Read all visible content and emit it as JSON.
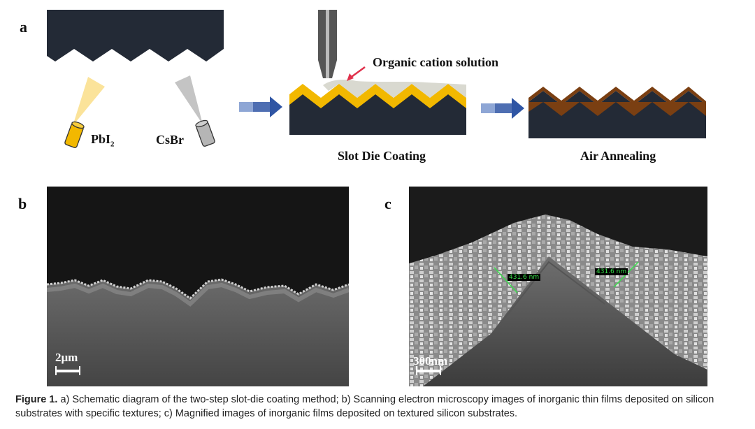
{
  "panels": {
    "a": {
      "label": "a",
      "source1": "PbI",
      "source1_sub": "2",
      "source2": "CsBr",
      "solution_label": "Organic cation solution",
      "step1": "Slot Die Coating",
      "step2": "Air Annealing"
    },
    "b": {
      "label": "b",
      "scale": "2μm"
    },
    "c": {
      "label": "c",
      "scale": "300nm",
      "measure1": "431.6 nm",
      "measure2": "431.6 nm"
    }
  },
  "caption": {
    "lead": "Figure 1.",
    "text": " a) Schematic diagram of the two-step slot-die coating method; b) Scanning electron microscopy images of inorganic thin films deposited on silicon substrates with specific textures; c) Magnified images of inorganic films deposited on textured silicon substrates."
  },
  "colors": {
    "substrate": "#232a36",
    "pbi2": "#f2b800",
    "csbr": "#b5b5b5",
    "solution": "#d9d9d0",
    "perovskite": "#7a3f12",
    "arrow": "#2f55a4",
    "pointer": "#e0314c",
    "measure": "#39e14c"
  }
}
